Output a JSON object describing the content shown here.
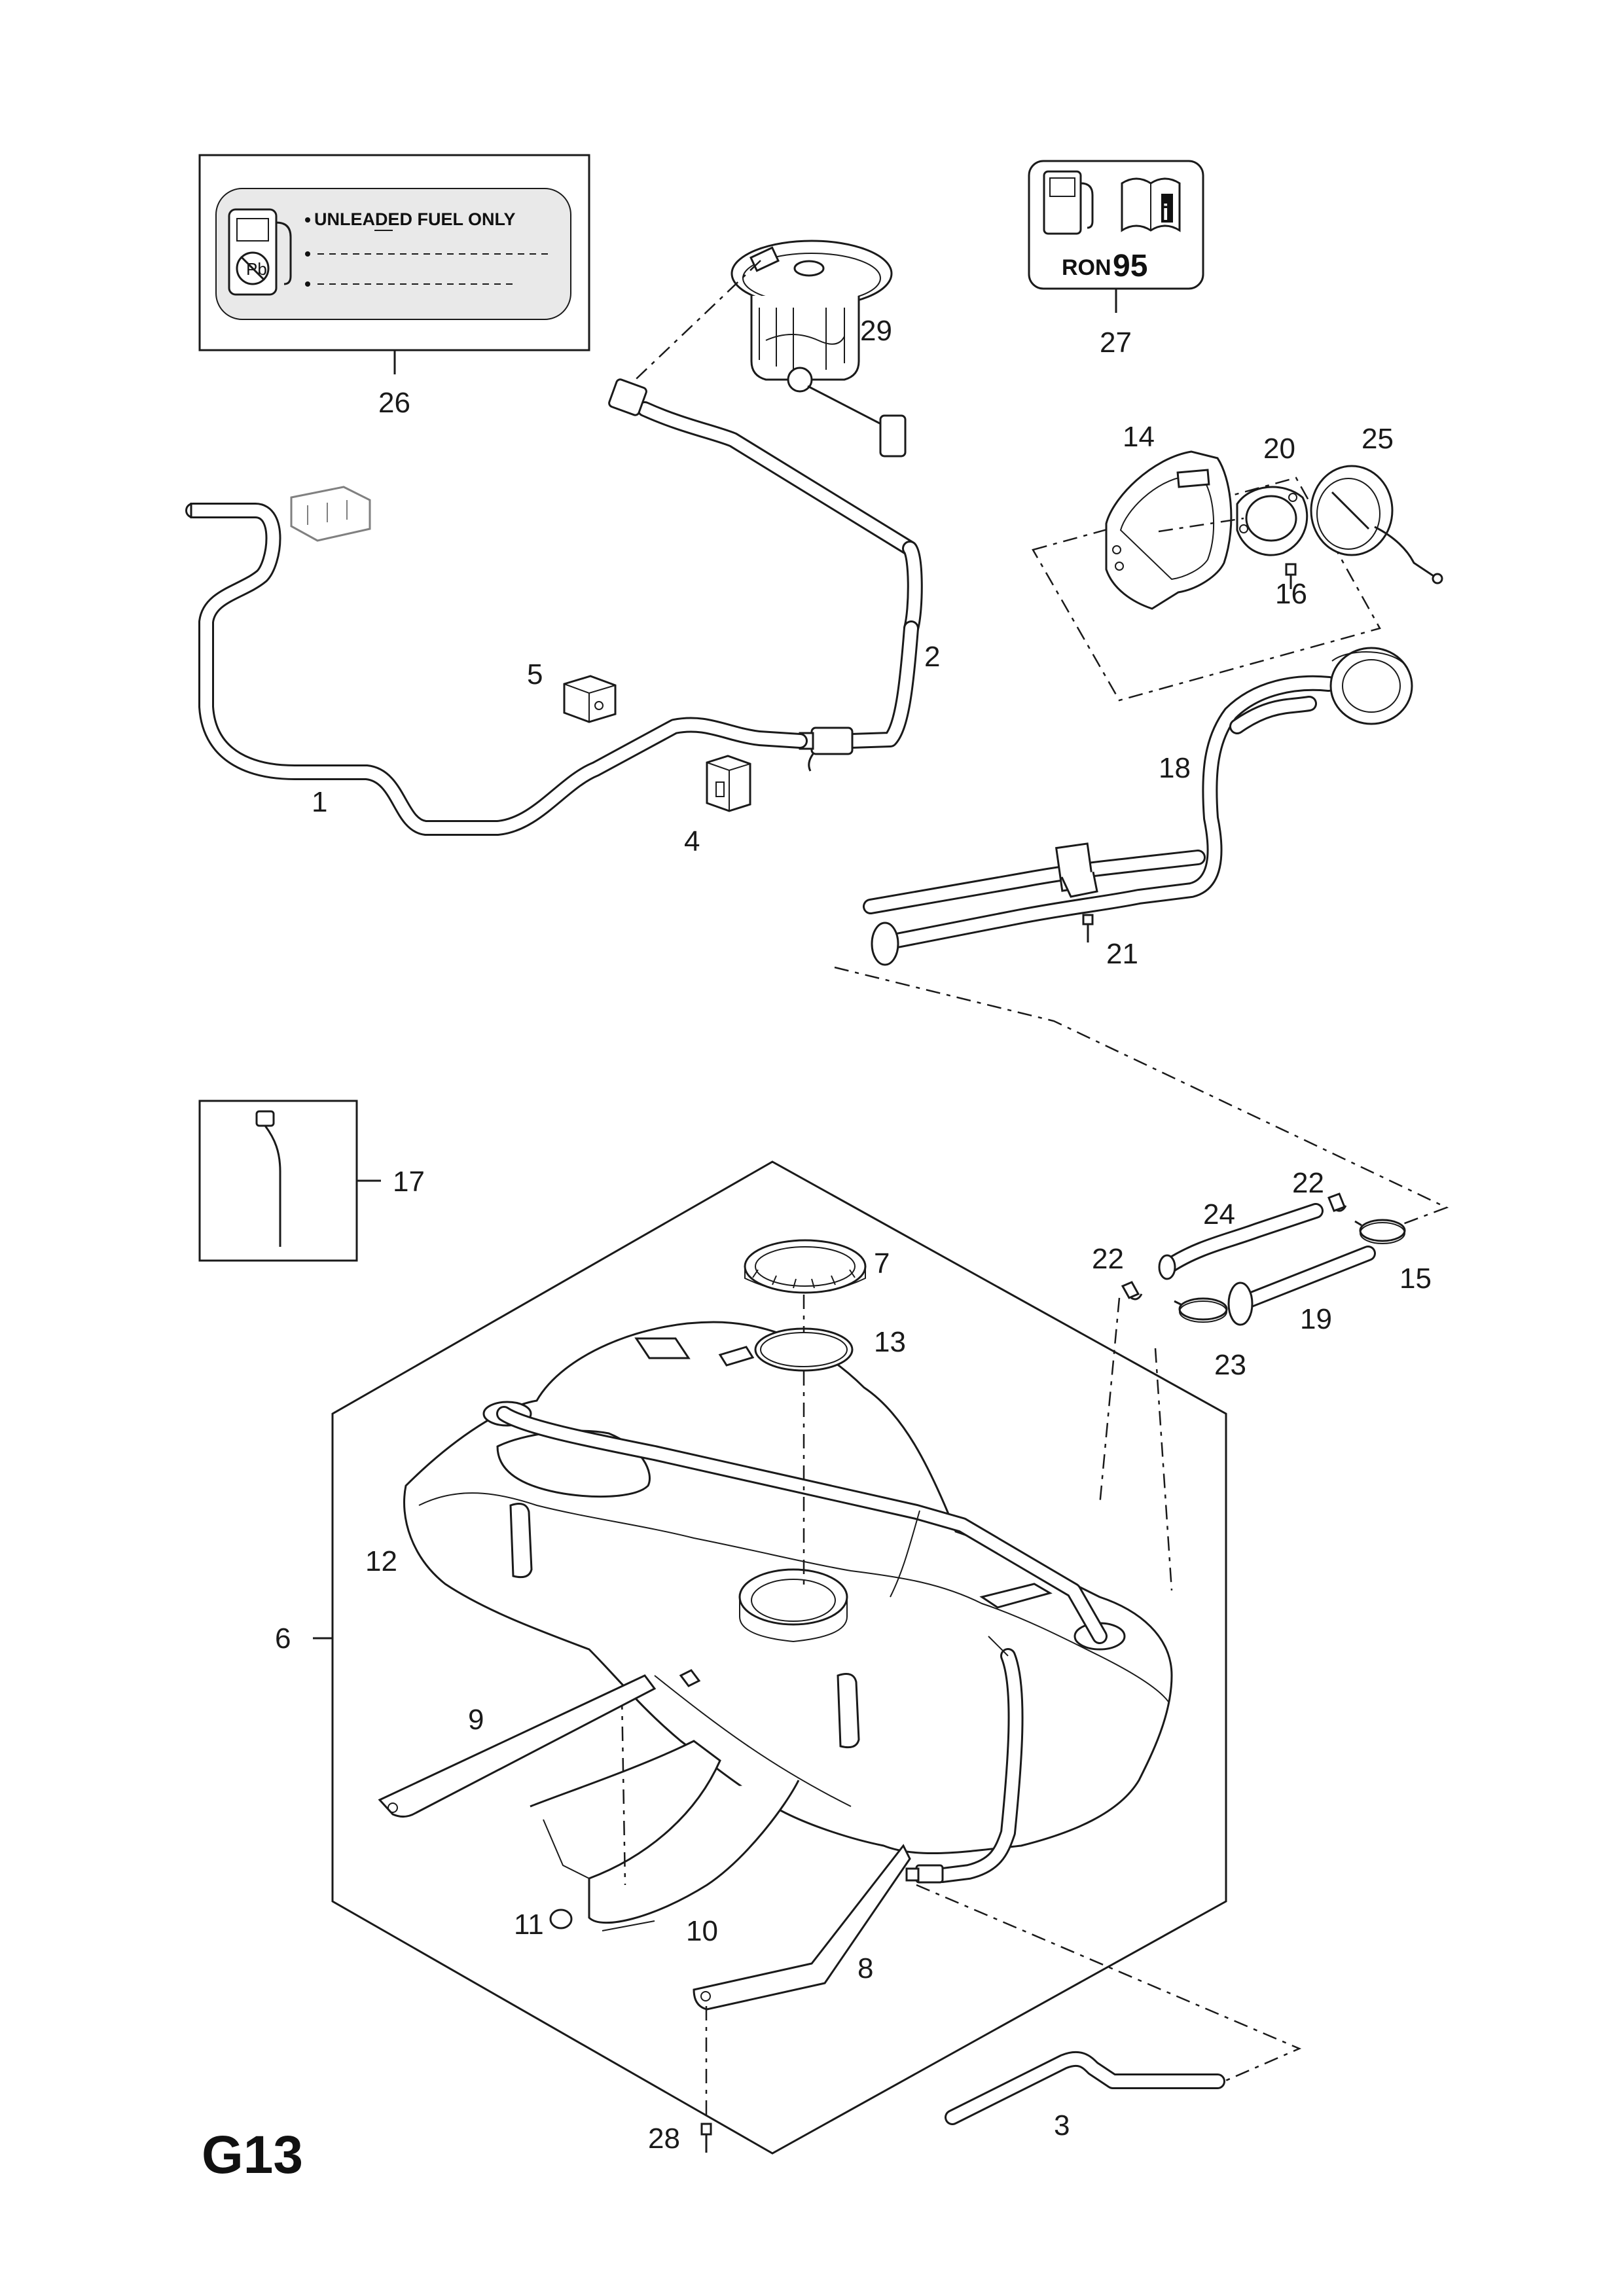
{
  "page": {
    "title": "G13"
  },
  "labels": {
    "unleaded_notice": "UNLEADED FUEL ONLY",
    "ron_prefix": "RON",
    "ron_value": "95"
  },
  "parts": [
    {
      "id": "p1",
      "number": "1"
    },
    {
      "id": "p2",
      "number": "2"
    },
    {
      "id": "p3",
      "number": "3"
    },
    {
      "id": "p4",
      "number": "4"
    },
    {
      "id": "p5",
      "number": "5"
    },
    {
      "id": "p6",
      "number": "6"
    },
    {
      "id": "p7",
      "number": "7"
    },
    {
      "id": "p8",
      "number": "8"
    },
    {
      "id": "p9",
      "number": "9"
    },
    {
      "id": "p10",
      "number": "10"
    },
    {
      "id": "p11",
      "number": "11"
    },
    {
      "id": "p12",
      "number": "12"
    },
    {
      "id": "p13",
      "number": "13"
    },
    {
      "id": "p14",
      "number": "14"
    },
    {
      "id": "p15",
      "number": "15"
    },
    {
      "id": "p16",
      "number": "16"
    },
    {
      "id": "p17",
      "number": "17"
    },
    {
      "id": "p18",
      "number": "18"
    },
    {
      "id": "p19",
      "number": "19"
    },
    {
      "id": "p20",
      "number": "20"
    },
    {
      "id": "p21",
      "number": "21"
    },
    {
      "id": "p22a",
      "number": "22"
    },
    {
      "id": "p22b",
      "number": "22"
    },
    {
      "id": "p23",
      "number": "23"
    },
    {
      "id": "p24",
      "number": "24"
    },
    {
      "id": "p25",
      "number": "25"
    },
    {
      "id": "p26",
      "number": "26"
    },
    {
      "id": "p27",
      "number": "27"
    },
    {
      "id": "p28",
      "number": "28"
    },
    {
      "id": "p29",
      "number": "29"
    }
  ]
}
